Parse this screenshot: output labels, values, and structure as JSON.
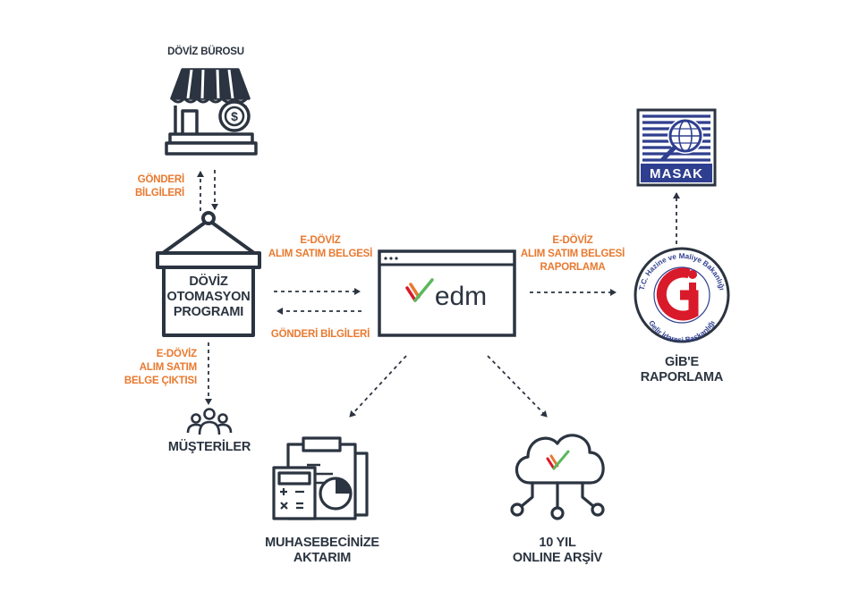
{
  "colors": {
    "dark": "#2b3440",
    "orange": "#e9792f",
    "green": "#5bb85c",
    "red": "#d91a2a",
    "blue": "#2f3f8f"
  },
  "nodes": {
    "doviz_burosu": "DÖVİZ BÜROSU",
    "program": "DÖVİZ\nOTOMASYON\nPROGRAMI",
    "edm_logo": "edm",
    "musteriler": "MÜŞTERİLER",
    "muhasebe": "MUHASEBECİNİZE\nAKTARIM",
    "arsiv": "10 YIL\nONLINE ARŞİV",
    "gib": "GİB'E\nRAPORLAMA",
    "masak": "MASAK",
    "gib_seal_top": "T.C. Hazine ve Maliye Bakanlığı",
    "gib_seal_bottom": "Gelir İdaresi Başkanlığı"
  },
  "edges": {
    "gonderi_bilgileri_top": "GÖNDERİ\nBİLGİLERİ",
    "edoviz_belgesi": "E-DÖVİZ\nALIM SATIM BELGESİ",
    "gonderi_bilgileri_bottom": "GÖNDERİ BİLGİLERİ",
    "edoviz_raporlama": "E-DÖVİZ\nALIM SATIM BELGESİ\nRAPORLAMA",
    "edoviz_ciktisi": "E-DÖVİZ\nALIM SATIM\nBELGE ÇIKTISI"
  },
  "icons": [
    "store-icon",
    "dollar-coin-icon",
    "hanging-sign-icon",
    "browser-window-icon",
    "checkmark-icon",
    "people-group-icon",
    "clipboard-calculator-icon",
    "pie-chart-icon",
    "cloud-network-icon",
    "masak-logo-icon",
    "globe-magnifier-icon",
    "gib-seal-icon"
  ]
}
